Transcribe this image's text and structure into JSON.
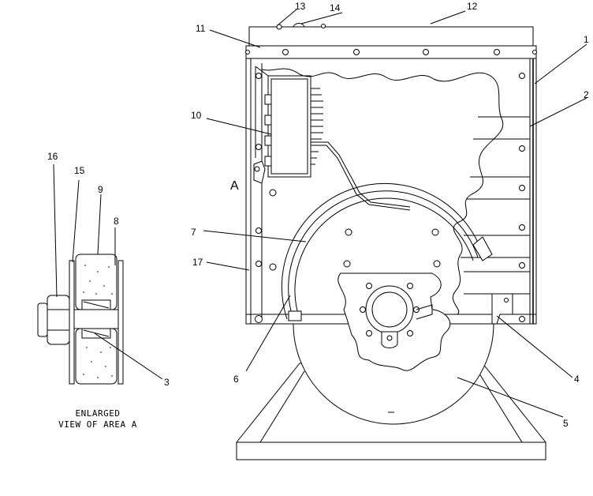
{
  "callouts": [
    {
      "id": "c1",
      "text": "1"
    },
    {
      "id": "c2",
      "text": "2"
    },
    {
      "id": "c3",
      "text": "3"
    },
    {
      "id": "c4",
      "text": "4"
    },
    {
      "id": "c5",
      "text": "5"
    },
    {
      "id": "c6",
      "text": "6"
    },
    {
      "id": "c7",
      "text": "7"
    },
    {
      "id": "c8",
      "text": "8"
    },
    {
      "id": "c9",
      "text": "9"
    },
    {
      "id": "c10",
      "text": "10"
    },
    {
      "id": "c11",
      "text": "11"
    },
    {
      "id": "c12",
      "text": "12"
    },
    {
      "id": "c13",
      "text": "13"
    },
    {
      "id": "c14",
      "text": "14"
    },
    {
      "id": "c15",
      "text": "15"
    },
    {
      "id": "c16",
      "text": "16"
    },
    {
      "id": "c17",
      "text": "17"
    }
  ],
  "area_marker": "A",
  "caption": {
    "line1": "ENLARGED",
    "line2": "VIEW OF AREA A"
  }
}
